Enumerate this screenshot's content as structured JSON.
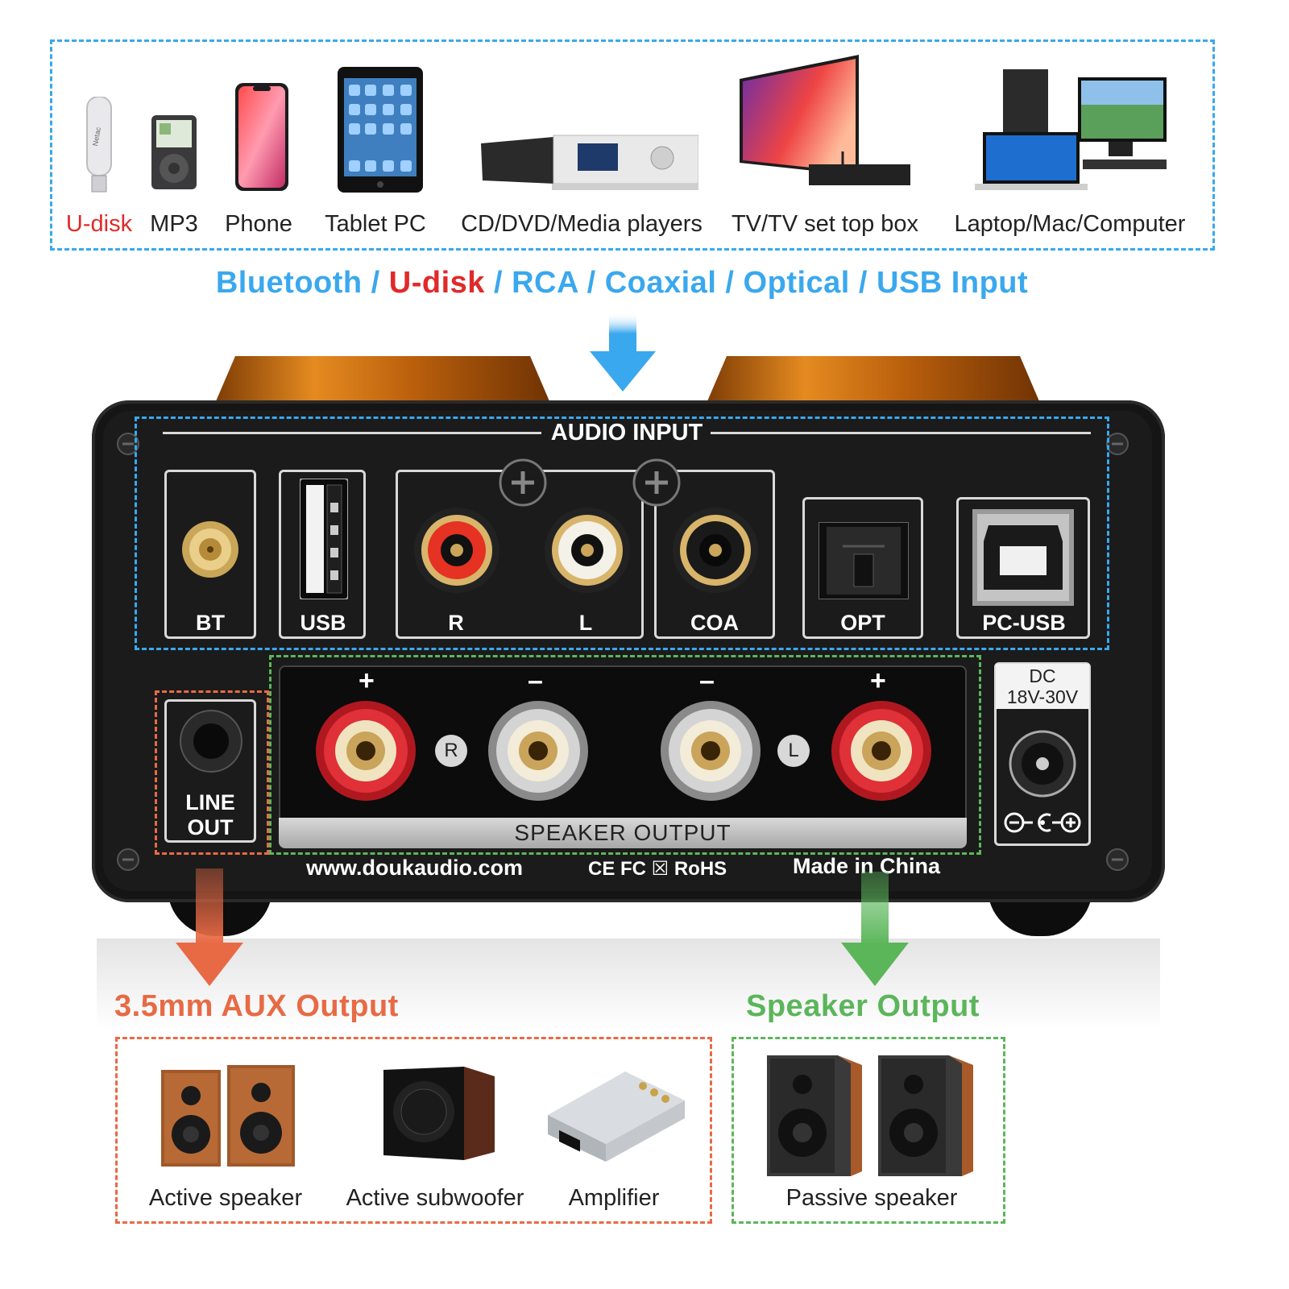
{
  "sources": {
    "items": [
      {
        "label": "U-disk",
        "color": "#e02a2a"
      },
      {
        "label": "MP3",
        "color": "#222222"
      },
      {
        "label": "Phone",
        "color": "#222222"
      },
      {
        "label": "Tablet PC",
        "color": "#222222"
      },
      {
        "label": "CD/DVD/Media players",
        "color": "#222222"
      },
      {
        "label": "TV/TV set top box",
        "color": "#222222"
      },
      {
        "label": "Laptop/Mac/Computer",
        "color": "#222222"
      }
    ]
  },
  "input_headline": {
    "parts": [
      "Bluetooth / ",
      "U-disk",
      " / RCA / Coaxial / Optical / USB Input"
    ],
    "colors": {
      "blue": "#3aa8ee",
      "red": "#e02a2a"
    }
  },
  "panel": {
    "audio_input": "AUDIO INPUT",
    "ports": {
      "bt": "BT",
      "usb": "USB",
      "r": "R",
      "l": "L",
      "coa": "COA",
      "opt": "OPT",
      "pc_usb": "PC-USB"
    },
    "line_out_1": "LINE",
    "line_out_2": "OUT",
    "speaker_output": "SPEAKER OUTPUT",
    "plus": "+",
    "minus": "–",
    "ch_r": "R",
    "ch_l": "L",
    "dc_1": "DC",
    "dc_2": "18V-30V",
    "website": "www.doukaudio.com",
    "certs": "CE FC ☒ RoHS",
    "made_in": "Made in China"
  },
  "outputs": {
    "aux_headline": "3.5mm AUX Output",
    "speaker_headline": "Speaker Output",
    "aux_items": [
      "Active speaker",
      "Active subwoofer",
      "Amplifier"
    ],
    "speaker_items": [
      "Passive speaker"
    ]
  },
  "colors": {
    "input_blue": "#3aa8ee",
    "aux_orange": "#e86a45",
    "speaker_green": "#5bb65a",
    "copper": "#c96a10",
    "panel_black": "#141414"
  }
}
